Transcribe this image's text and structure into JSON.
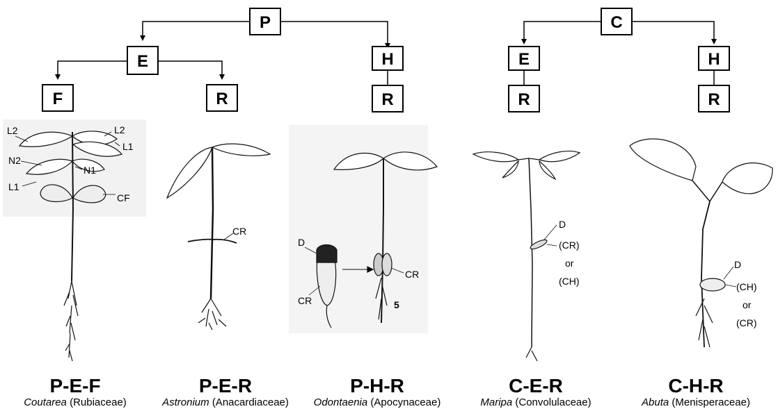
{
  "tree": {
    "left_root": "P",
    "left_epigeal": "E",
    "left_foliaceous": "F",
    "left_reserve1": "R",
    "left_hypogeal": "H",
    "left_reserve2": "R",
    "right_root": "C",
    "right_epigeal": "E",
    "right_reserve1": "R",
    "right_hypogeal": "H",
    "right_reserve2": "R"
  },
  "seedlings": [
    {
      "code": "P-E-F",
      "genus": "Coutarea",
      "family": "(Rubiaceae)"
    },
    {
      "code": "P-E-R",
      "genus": "Astronium",
      "family": "(Anacardiaceae)"
    },
    {
      "code": "P-H-R",
      "genus": "Odontaenia",
      "family": "(Apocynaceae)"
    },
    {
      "code": "C-E-R",
      "genus": "Maripa",
      "family": "(Convolulaceae)"
    },
    {
      "code": "C-H-R",
      "genus": "Abuta",
      "family": "(Menisperaceae)"
    }
  ],
  "labels": {
    "L2a": "L2",
    "L2b": "L2",
    "L1a": "L1",
    "L1b": "L1",
    "N2": "N2",
    "N1": "N1",
    "CF": "CF",
    "CR1": "CR",
    "D1": "D",
    "CR2": "CR",
    "CR3": "CR",
    "fig5": "5",
    "D2": "D",
    "cer_cr": "(CR)",
    "cer_or": "or",
    "cer_ch": "(CH)",
    "D3": "D",
    "chr_ch": "(CH)",
    "chr_or": "or",
    "chr_cr": "(CR)"
  }
}
